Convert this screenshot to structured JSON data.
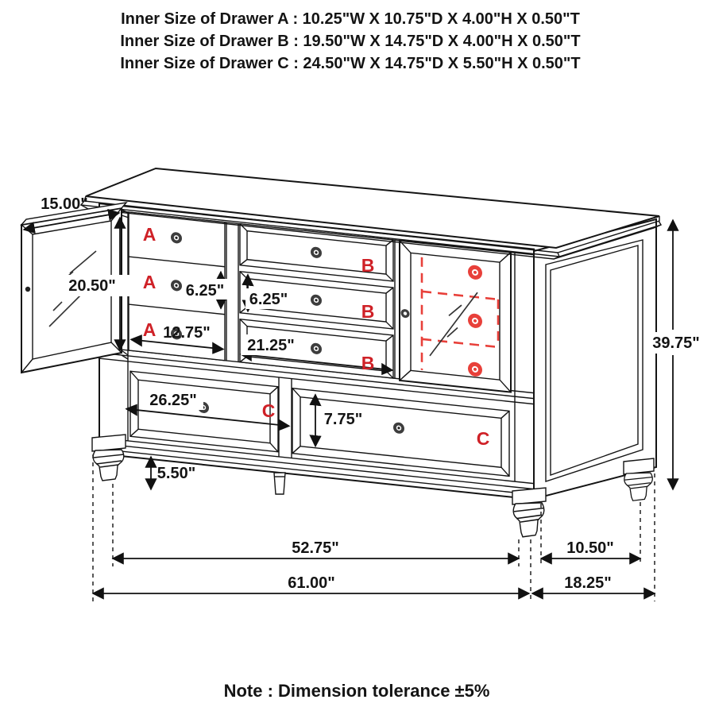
{
  "header": {
    "lines": [
      "Inner Size of Drawer A : 10.25\"W X 10.75\"D X 4.00\"H X 0.50\"T",
      "Inner Size of Drawer B : 19.50\"W X 14.75\"D X 4.00\"H X 0.50\"T",
      "Inner Size of Drawer C : 24.50\"W X 14.75\"D X 5.50\"H X 0.50\"T"
    ]
  },
  "note": "Note : Dimension tolerance ±5%",
  "drawer_labels": {
    "a": "A",
    "b": "B",
    "c": "C"
  },
  "dimensions": {
    "door_width": "15.00\"",
    "door_height": "20.50\"",
    "drawer_a_height": "6.25\"",
    "drawer_b_height": "6.25\"",
    "drawer_a_width": "12.75\"",
    "drawer_b_width": "21.25\"",
    "drawer_c_width": "26.25\"",
    "drawer_c_height": "7.75\"",
    "leg_height": "5.50\"",
    "overall_height": "39.75\"",
    "front_leg_span": "52.75\"",
    "overall_width": "61.00\"",
    "side_leg_span": "10.50\"",
    "overall_depth": "18.25\""
  },
  "colors": {
    "accent_red": "#cf2127",
    "knob_red": "#e8403a",
    "line": "#141414"
  }
}
